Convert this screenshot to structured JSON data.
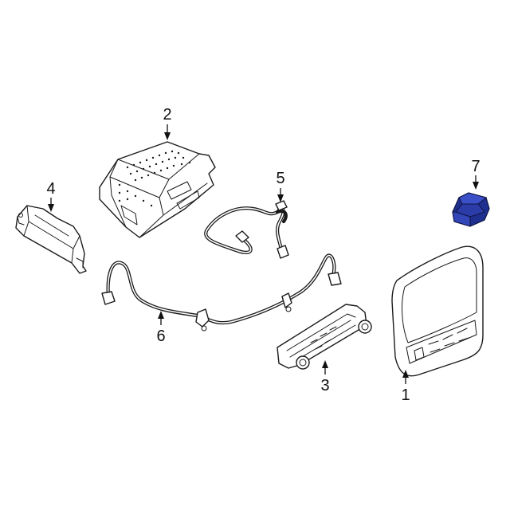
{
  "callouts": {
    "part_1": "1",
    "part_2": "2",
    "part_3": "3",
    "part_4": "4",
    "part_5": "5",
    "part_6": "6",
    "part_7": "7"
  },
  "colors": {
    "line": "#1a1a1a",
    "highlight_part_top": "#3b4fc8",
    "highlight_part_side": "#1f2f8f",
    "background": "#ffffff"
  }
}
